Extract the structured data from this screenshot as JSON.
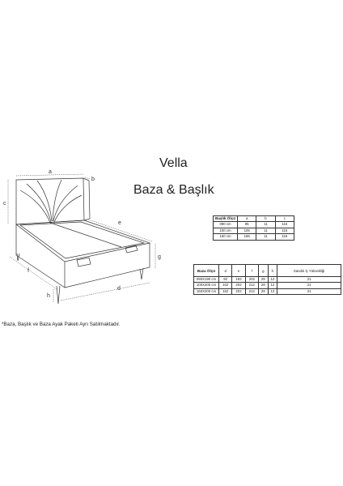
{
  "product": {
    "name": "Vella",
    "subtitle": "Baza & Başlık"
  },
  "drawing_labels": {
    "a": "a",
    "b": "b",
    "c": "c",
    "d": "d",
    "e": "e",
    "f": "f",
    "g": "g",
    "h": "h"
  },
  "headboard_table": {
    "headers": [
      "Başlık Ölçü",
      "a",
      "b",
      "c"
    ],
    "rows": [
      [
        "090 cm",
        "95",
        "11",
        "116"
      ],
      [
        "100 cm",
        "105",
        "11",
        "116"
      ],
      [
        "160 cm",
        "165",
        "11",
        "116"
      ]
    ]
  },
  "base_table": {
    "headers": [
      "Baza Ölçü",
      "d",
      "e",
      "f",
      "g",
      "h",
      "Sandık İç Yüksekliği"
    ],
    "rows": [
      [
        "090X190 cm",
        "92",
        "192",
        "202",
        "29",
        "12",
        "21"
      ],
      [
        "100X200 cm",
        "102",
        "202",
        "212",
        "29",
        "12",
        "21"
      ],
      [
        "160X200 cm",
        "162",
        "202",
        "212",
        "29",
        "12",
        "21"
      ]
    ]
  },
  "note": "*Baza, Başlık ve Baza Ayak Paketi Ayrı Satılmaktadır."
}
